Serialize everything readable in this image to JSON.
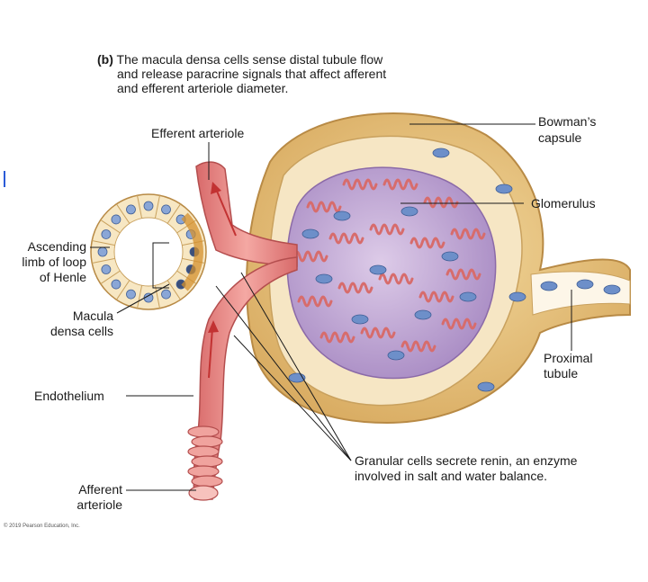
{
  "caption": {
    "prefix": "(b)",
    "line1": "The macula densa cells sense distal tubule flow",
    "line2": "and release paracrine signals that affect afferent",
    "line3": "and efferent arteriole diameter."
  },
  "labels": {
    "efferent_arteriole": "Efferent arteriole",
    "bowmans_capsule_1": "Bowman’s",
    "bowmans_capsule_2": "capsule",
    "glomerulus": "Glomerulus",
    "ascending_1": "Ascending",
    "ascending_2": "limb of loop",
    "ascending_3": "of Henle",
    "macula_1": "Macula",
    "macula_2": "densa cells",
    "proximal_1": "Proximal",
    "proximal_2": "tubule",
    "endothelium": "Endothelium",
    "granular_1": "Granular cells secrete renin, an enzyme",
    "granular_2": "involved in salt and water balance.",
    "afferent_1": "Afferent",
    "afferent_2": "arteriole"
  },
  "credit": "© 2019 Pearson Education, Inc.",
  "colors": {
    "capsule": "#e8c98a",
    "capsule_dark": "#c9a15e",
    "glomerulus": "#c9b3d9",
    "capillary": "#e07a7a",
    "arteriole": "#e98f8f",
    "tubule_cells": "#f7e7c3",
    "macula": "#d4902e",
    "nucleus": "#6d8fc9"
  }
}
